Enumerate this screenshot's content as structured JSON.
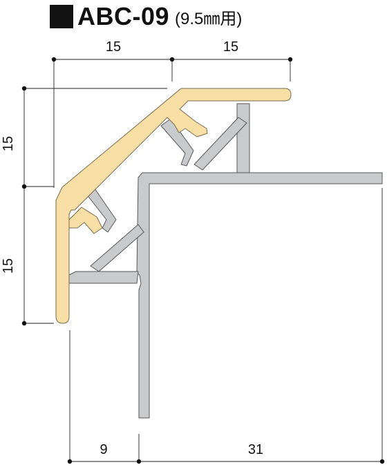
{
  "title": {
    "code": "ABC-09",
    "spec": "(9.5㎜用)"
  },
  "dimensions": {
    "top_left": "15",
    "top_right": "15",
    "left_upper": "15",
    "left_lower": "15",
    "bottom_left": "9",
    "bottom_right": "31"
  },
  "colors": {
    "cover": "#f7dfa6",
    "cover_stroke": "#7a6a48",
    "base": "#c9cacb",
    "base_stroke": "#555555",
    "line": "#222222"
  }
}
